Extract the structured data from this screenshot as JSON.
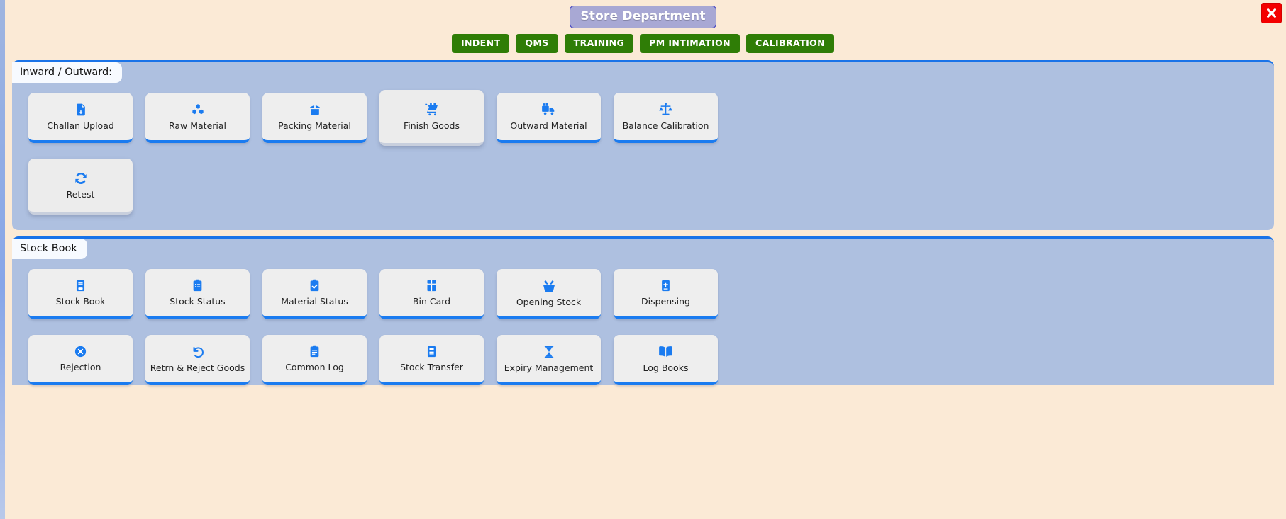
{
  "window": {
    "title": "Store Department",
    "close_icon": "close-x-icon",
    "accent_blue": "#1a7bf0",
    "panel_blue": "#aec0e0",
    "page_bg": "#fbead6",
    "nav_green": "#2f7d06",
    "title_chip_bg": "#a8a8d4",
    "close_red": "#f40000"
  },
  "navbar": {
    "items": [
      {
        "label": "INDENT"
      },
      {
        "label": "QMS"
      },
      {
        "label": "TRAINING"
      },
      {
        "label": "PM INTIMATION"
      },
      {
        "label": "CALIBRATION"
      }
    ]
  },
  "sections": [
    {
      "legend": "Inward / Outward:",
      "rows": [
        [
          {
            "label": "Challan Upload",
            "icon": "file-upload-icon",
            "hovered": false
          },
          {
            "label": "Raw Material",
            "icon": "molecule-cubes-icon",
            "hovered": false
          },
          {
            "label": "Packing Material",
            "icon": "box-package-icon",
            "hovered": false
          },
          {
            "label": "Finish Goods",
            "icon": "cart-box-icon",
            "hovered": true
          },
          {
            "label": "Outward Material",
            "icon": "truck-icon",
            "hovered": false
          },
          {
            "label": "Balance Calibration",
            "icon": "balance-scale-icon",
            "hovered": false
          }
        ],
        [
          {
            "label": "Retest",
            "icon": "refresh-cycle-icon",
            "hovered": true
          }
        ]
      ]
    },
    {
      "legend": "Stock Book",
      "rows": [
        [
          {
            "label": "Stock Book",
            "icon": "book-icon",
            "hovered": false
          },
          {
            "label": "Stock Status",
            "icon": "clipboard-list-icon",
            "hovered": false
          },
          {
            "label": "Material Status",
            "icon": "clipboard-check-icon",
            "hovered": false
          },
          {
            "label": "Bin Card",
            "icon": "bin-icon",
            "hovered": false
          },
          {
            "label": "Opening Stock",
            "icon": "open-box-icon",
            "hovered": false
          },
          {
            "label": "Dispensing",
            "icon": "dispense-icon",
            "hovered": false
          }
        ],
        [
          {
            "label": "Rejection",
            "icon": "circle-x-icon",
            "hovered": false
          },
          {
            "label": "Retrn & Reject Goods",
            "icon": "undo-arrow-icon",
            "hovered": false
          },
          {
            "label": "Common Log",
            "icon": "clipboard-log-icon",
            "hovered": false
          },
          {
            "label": "Stock Transfer",
            "icon": "transfer-book-icon",
            "hovered": false
          },
          {
            "label": "Expiry Management",
            "icon": "hourglass-icon",
            "hovered": false
          },
          {
            "label": "Log Books",
            "icon": "open-book-icon",
            "hovered": false
          }
        ]
      ]
    }
  ]
}
